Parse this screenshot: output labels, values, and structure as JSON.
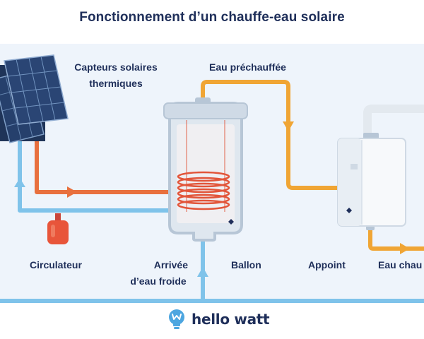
{
  "title": "Fonctionnement d’un chauffe-eau solaire",
  "labels": {
    "capteurs_line1": "Capteurs solaires",
    "capteurs_line2": "thermiques",
    "eau_prechauffee": "Eau préchauffée",
    "circulateur": "Circulateur",
    "arrivee_line1": "Arrivée",
    "arrivee_line2": "d’eau froide",
    "ballon": "Ballon",
    "appoint": "Appoint",
    "eau_chaude": "Eau chau"
  },
  "brand": {
    "name": "hello watt",
    "logo_letter": "W"
  },
  "colors": {
    "title": "#1f2f5a",
    "panel_bg": "#eef4fb",
    "cold_pipe": "#7fc3ea",
    "hot_pipe": "#e8703e",
    "warm_pipe": "#f0a534",
    "tank_body": "#dfe7ef",
    "tank_edge": "#b7c6d6",
    "coil": "#e2553a",
    "solar_panel": "#233c66",
    "pump": "#e8553a"
  }
}
